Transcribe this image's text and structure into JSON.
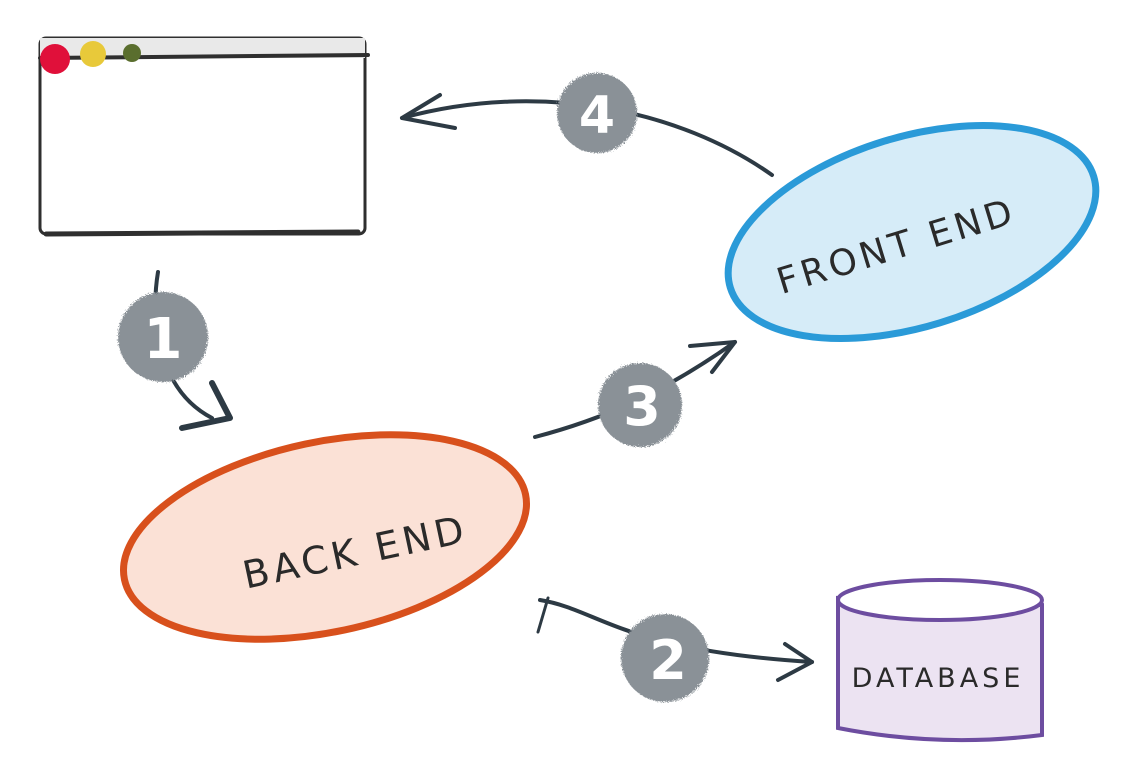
{
  "nodes": {
    "browser": {
      "dots": [
        "#e0103a",
        "#e8c93a",
        "#5a6e2e"
      ]
    },
    "front_end": {
      "label": "FRONT END",
      "fill": "#d6ecf8",
      "stroke": "#2a9ad8"
    },
    "back_end": {
      "label": "BACK END",
      "fill": "#fbe1d6",
      "stroke": "#d8501c"
    },
    "database": {
      "label": "DATABASE",
      "fill": "#ece3f2",
      "stroke": "#6d4da0"
    }
  },
  "steps": [
    "1",
    "2",
    "3",
    "4"
  ],
  "colors": {
    "arrow": "#2d3a44",
    "badge": "#8a9197"
  }
}
